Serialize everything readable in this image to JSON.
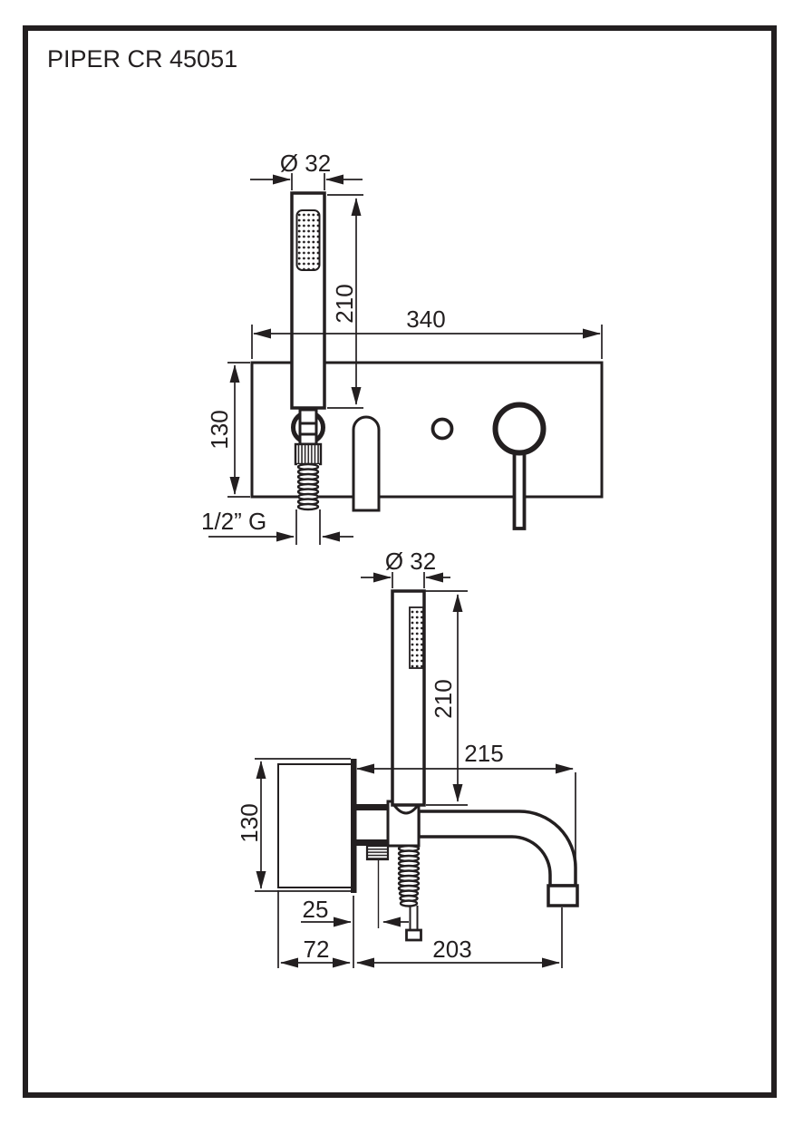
{
  "page": {
    "title": "PIPER CR 45051"
  },
  "colors": {
    "ink": "#231f20",
    "background": "#ffffff"
  },
  "front_view": {
    "dims": {
      "head_diameter": "Ø 32",
      "handle_length": "210",
      "plate_width": "340",
      "plate_height": "130",
      "hose_thread": "1/2” G"
    }
  },
  "side_view": {
    "dims": {
      "head_diameter": "Ø 32",
      "handle_length": "210",
      "total_projection": "215",
      "plate_height": "130",
      "hose_offset": "25",
      "built_in_depth": "72",
      "spout_projection": "203"
    }
  }
}
